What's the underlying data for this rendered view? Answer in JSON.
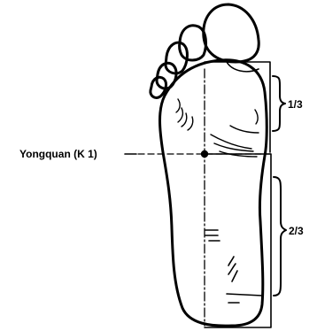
{
  "diagram": {
    "point_label": "Yongquan (K 1)",
    "upper_fraction": "1/3",
    "lower_fraction": "2/3"
  }
}
